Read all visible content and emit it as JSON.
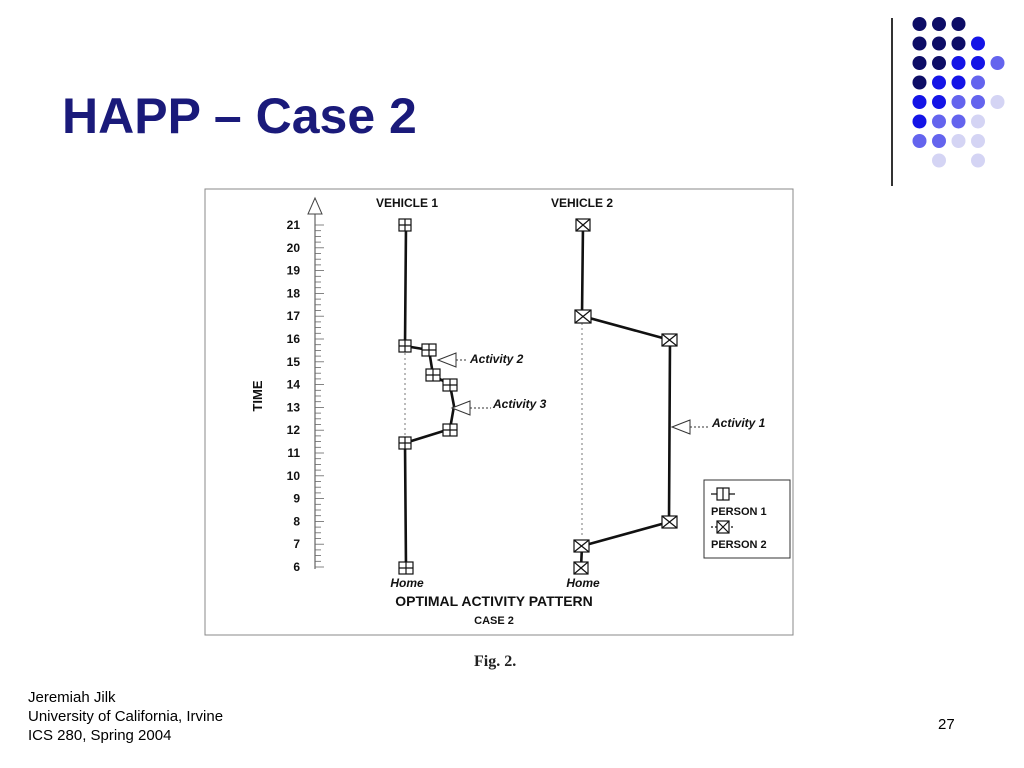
{
  "slide": {
    "title": "HAPP – Case 2",
    "footer": [
      "Jeremiah Jilk",
      "University of California, Irvine",
      "ICS 280, Spring 2004"
    ],
    "page_number": "27",
    "figure_caption": "Fig. 2."
  },
  "colors": {
    "title": "#1a1a7a",
    "dot_dark": "#0d0d66",
    "dot_blue": "#1414e6",
    "dot_mid": "#6464ee",
    "dot_light": "#d4d4f4"
  },
  "diagram": {
    "vehicle1_label": "VEHICLE 1",
    "vehicle2_label": "VEHICLE 2",
    "axis_label": "TIME",
    "time_ticks": [
      "21",
      "20",
      "19",
      "18",
      "17",
      "16",
      "15",
      "14",
      "13",
      "12",
      "11",
      "10",
      "9",
      "8",
      "7",
      "6"
    ],
    "home_label": "Home",
    "activity_labels": {
      "a1": "Activity 1",
      "a2": "Activity 2",
      "a3": "Activity 3"
    },
    "legend": {
      "person1": "PERSON 1",
      "person2": "PERSON 2"
    },
    "subtitle": "OPTIMAL ACTIVITY PATTERN",
    "case_label": "CASE 2"
  }
}
